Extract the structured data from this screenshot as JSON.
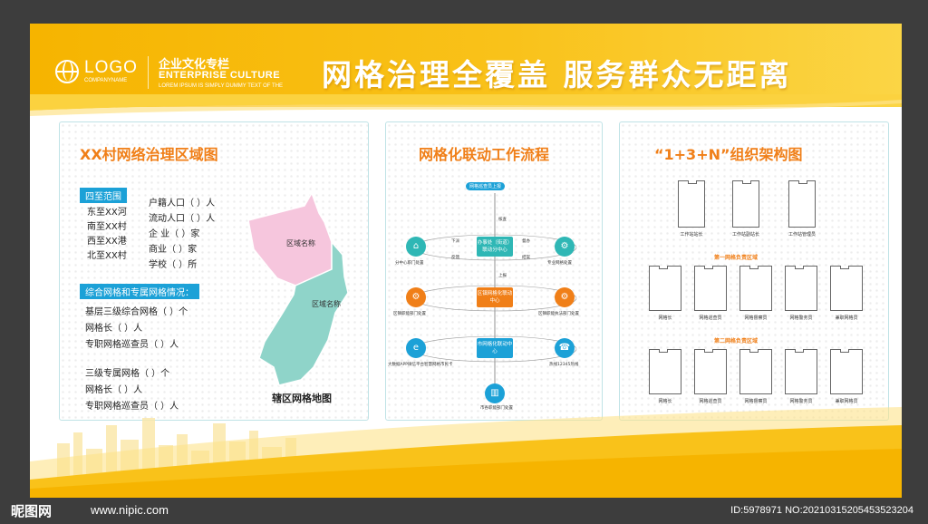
{
  "header": {
    "logo": "LOGO",
    "logo_sub": "COMPANYNAME",
    "culture_cn": "企业文化专栏",
    "culture_en": "ENTERPRISE CULTURE",
    "culture_lorem": "LOREM IPSUM IS SIMPLY DUMMY TEXT OF THE",
    "main_title": "网格治理全覆盖  服务群众无距离"
  },
  "card1": {
    "title": "XX村网络治理区域图",
    "tag1": "四至范围",
    "bounds": [
      "东至XX河",
      "南至XX村",
      "西至XX港",
      "北至XX村"
    ],
    "stats": [
      "户籍人口（     ）人",
      "流动人口（     ）人",
      "企  业（     ）家",
      "商业（       ）家",
      "学校（       ）所"
    ],
    "tag2": "综合网格和专属网格情况：",
    "grid_lines": [
      "基层三级综合网格（          ）个",
      "网格长（   ）人",
      "专职网格巡查员（ ）人",
      "三级专属网格（       ）个",
      "网格长（ ）人",
      "专职网格巡查员（ ）人"
    ],
    "map_label1": "区域名称",
    "map_label2": "区域名称",
    "map_caption": "辖区网格地图",
    "colors": {
      "region1": "#f6c6dd",
      "region2": "#8fd4c9"
    }
  },
  "card2": {
    "title": "网格化联动工作流程",
    "top_pill": "网格巡查员上报",
    "center1": "办事处（街道）联动分中心",
    "center2": "区镇网格化联动中心",
    "center3": "市网格化联动中心",
    "left1": "分中心职门处置",
    "right1": "专业网格处置",
    "left2": "区镇职能部门处置",
    "right2": "区镇职能执法部门处置",
    "left3": "大数据APP微信平台智慧网格市民卡",
    "right3": "热线12345热线",
    "bottom": "市各职能部门处置",
    "tiny": [
      "下派",
      "反馈",
      "上报",
      "督办",
      "核查",
      "结案"
    ],
    "colors": {
      "teal": "#2fb7b5",
      "orange": "#f07f18",
      "blue": "#1ca1d7"
    }
  },
  "card3": {
    "title": "“1+3+N”组织架构图",
    "top_roles": [
      "工作站站长",
      "工作站副站长",
      "工作站管理员"
    ],
    "section1": "第一网格负责区域",
    "section2": "第二网格负责区域",
    "grid_roles": [
      "网格长",
      "网格巡查员",
      "网格督察员",
      "网格警务员",
      "兼职网格员"
    ]
  },
  "watermark": {
    "left": "昵图网",
    "url": "www.nipic.com",
    "right": "ID:5978971 NO:20210315205453523204"
  }
}
